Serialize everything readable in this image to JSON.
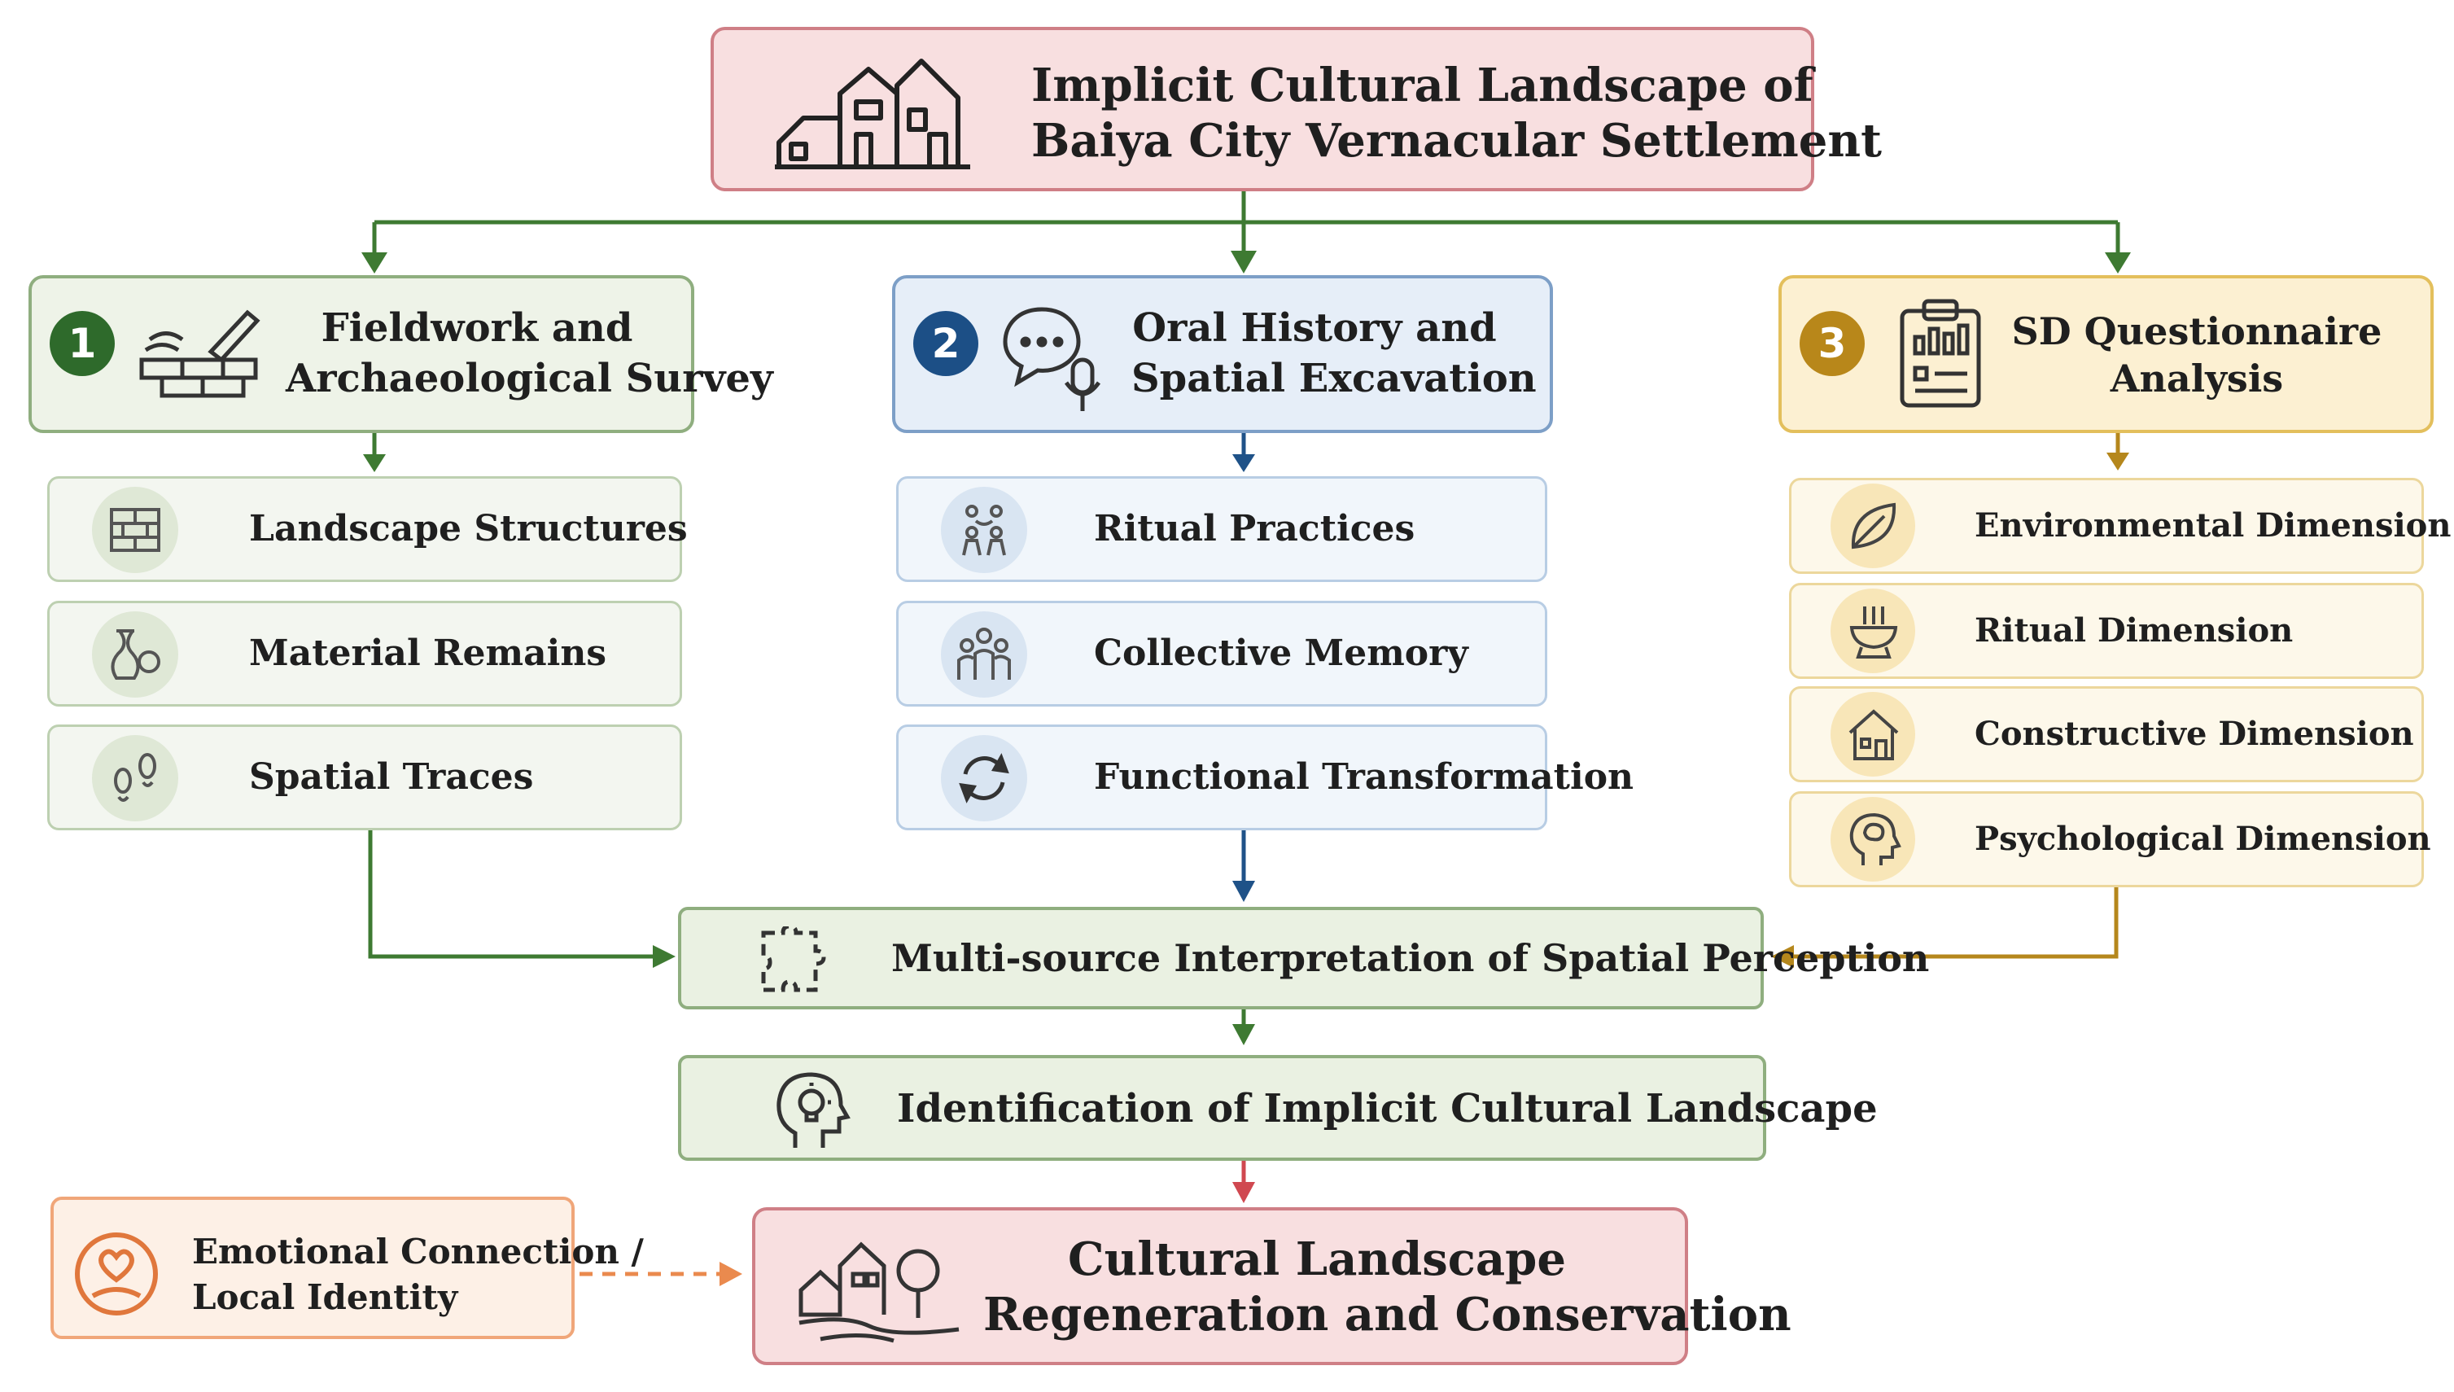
{
  "title": {
    "line1": "Implicit Cultural Landscape of",
    "line2": "Baiya City Vernacular Settlement"
  },
  "colors": {
    "green": "#3e7a32",
    "blue": "#1f5288",
    "yellow": "#b5871c",
    "red": "#d04850",
    "orange": "#ea8a4e"
  },
  "branches": [
    {
      "number": "1",
      "title_line1": "Fieldwork and",
      "title_line2": "Archaeological Survey",
      "icon": "trowel-bricks-icon",
      "items": [
        {
          "label": "Landscape Structures",
          "icon": "brick-wall-icon"
        },
        {
          "label": "Material Remains",
          "icon": "pottery-icon"
        },
        {
          "label": "Spatial Traces",
          "icon": "footprints-icon"
        }
      ]
    },
    {
      "number": "2",
      "title_line1": "Oral History and",
      "title_line2": "Spatial Excavation",
      "icon": "speech-microphone-icon",
      "items": [
        {
          "label": "Ritual Practices",
          "icon": "people-ritual-icon"
        },
        {
          "label": "Collective Memory",
          "icon": "group-people-icon"
        },
        {
          "label": "Functional Transformation",
          "icon": "cycle-arrows-icon"
        }
      ]
    },
    {
      "number": "3",
      "title_line1": "SD Questionnaire",
      "title_line2": "Analysis",
      "icon": "clipboard-chart-icon",
      "items": [
        {
          "label": "Environmental Dimension",
          "icon": "leaf-icon"
        },
        {
          "label": "Ritual Dimension",
          "icon": "incense-burner-icon"
        },
        {
          "label": "Constructive Dimension",
          "icon": "house-icon"
        },
        {
          "label": "Psychological Dimension",
          "icon": "head-brain-icon"
        }
      ]
    }
  ],
  "interpretation": {
    "label": "Multi-source Interpretation of Spatial Perception",
    "icon": "puzzle-icon"
  },
  "identification": {
    "label": "Identification of Implicit Cultural Landscape",
    "icon": "head-lightbulb-icon"
  },
  "result": {
    "line1": "Cultural Landscape",
    "line2": "Regeneration and Conservation",
    "icon": "village-landscape-icon"
  },
  "emotion": {
    "line1": "Emotional Connection /",
    "line2": "Local Identity",
    "icon": "heart-person-icon"
  }
}
